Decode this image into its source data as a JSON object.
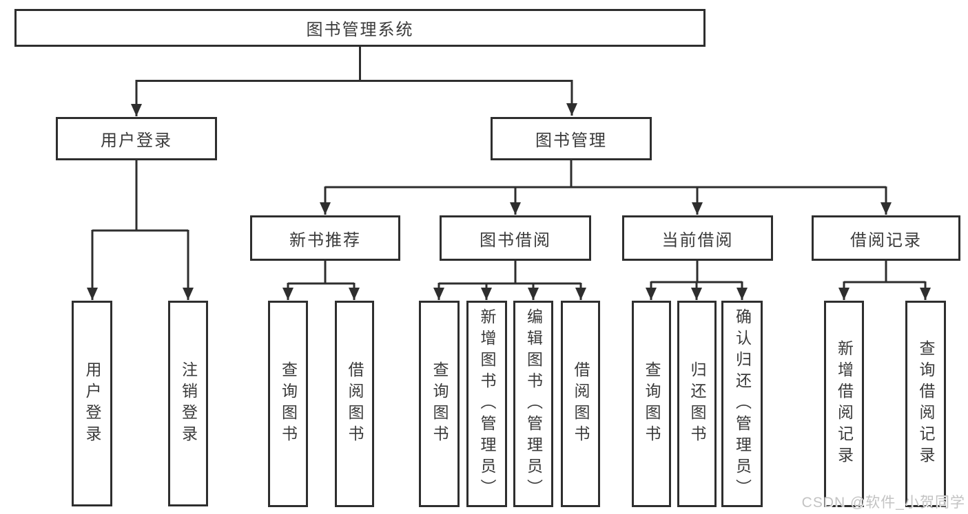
{
  "diagram": {
    "type": "tree",
    "nodes": {
      "root": {
        "label": "图书管理系统"
      },
      "user_login": {
        "label": "用户登录"
      },
      "book_mgmt": {
        "label": "图书管理"
      },
      "new_book_rec": {
        "label": "新书推荐"
      },
      "book_borrow": {
        "label": "图书借阅"
      },
      "current_borrow": {
        "label": "当前借阅"
      },
      "borrow_records": {
        "label": "借阅记录"
      },
      "leaf_user_login": {
        "label": "用户登录"
      },
      "leaf_logout": {
        "label": "注销登录"
      },
      "leaf_query_book_1": {
        "label": "查询图书"
      },
      "leaf_borrow_book_1": {
        "label": "借阅图书"
      },
      "leaf_query_book_2": {
        "label": "查询图书"
      },
      "leaf_add_book": {
        "label": "新增图书（管理员）"
      },
      "leaf_edit_book": {
        "label": "编辑图书（管理员）"
      },
      "leaf_borrow_book_2": {
        "label": "借阅图书"
      },
      "leaf_query_book_3": {
        "label": "查询图书"
      },
      "leaf_return_book": {
        "label": "归还图书"
      },
      "leaf_confirm_return": {
        "label": "确认归还（管理员）"
      },
      "leaf_add_borrow_record": {
        "label": "新增借阅记录"
      },
      "leaf_query_borrow_record": {
        "label": "查询借阅记录"
      }
    },
    "hierarchy": {
      "图书管理系统": [
        "用户登录",
        "图书管理"
      ],
      "用户登录": [
        "用户登录",
        "注销登录"
      ],
      "图书管理": [
        "新书推荐",
        "图书借阅",
        "当前借阅",
        "借阅记录"
      ],
      "新书推荐": [
        "查询图书",
        "借阅图书"
      ],
      "图书借阅": [
        "查询图书",
        "新增图书（管理员）",
        "编辑图书（管理员）",
        "借阅图书"
      ],
      "当前借阅": [
        "查询图书",
        "归还图书",
        "确认归还（管理员）"
      ],
      "借阅记录": [
        "新增借阅记录",
        "查询借阅记录"
      ]
    },
    "colors": {
      "line": "#2e2e2e",
      "box_border": "#2e2e2e",
      "text": "#3a3a3a",
      "watermark": "#c3c3c3",
      "background": "#ffffff"
    },
    "watermark": "CSDN @软件_小贺同学"
  }
}
